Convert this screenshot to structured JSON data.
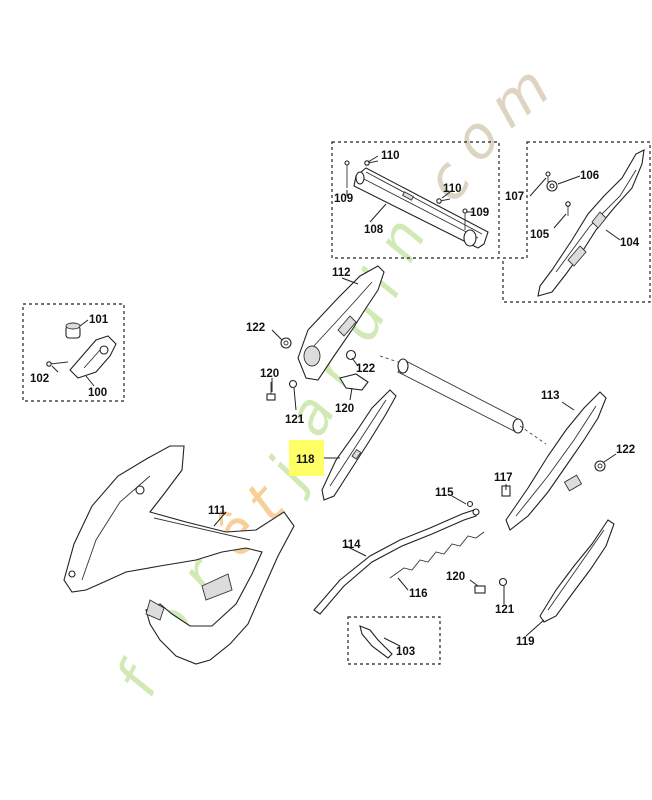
{
  "diagram": {
    "labels": {
      "l100": "100",
      "l101": "101",
      "l102": "102",
      "l103": "103",
      "l104": "104",
      "l105": "105",
      "l106": "106",
      "l107": "107",
      "l108": "108",
      "l109a": "109",
      "l109b": "109",
      "l110a": "110",
      "l110b": "110",
      "l111": "111",
      "l112": "112",
      "l113": "113",
      "l114": "114",
      "l115": "115",
      "l116": "116",
      "l117": "117",
      "l118": "118",
      "l119": "119",
      "l120a": "120",
      "l120b": "120",
      "l120c": "120",
      "l121a": "121",
      "l121b": "121",
      "l122a": "122",
      "l122b": "122",
      "l122c": "122"
    },
    "highlighted_part": "118",
    "highlight_color": "#ffff66",
    "watermark": {
      "text": "foretjardin.com",
      "color_green": "#c8e6a8",
      "color_orange": "#f5c886",
      "color_tan": "#d8cdb8"
    }
  }
}
